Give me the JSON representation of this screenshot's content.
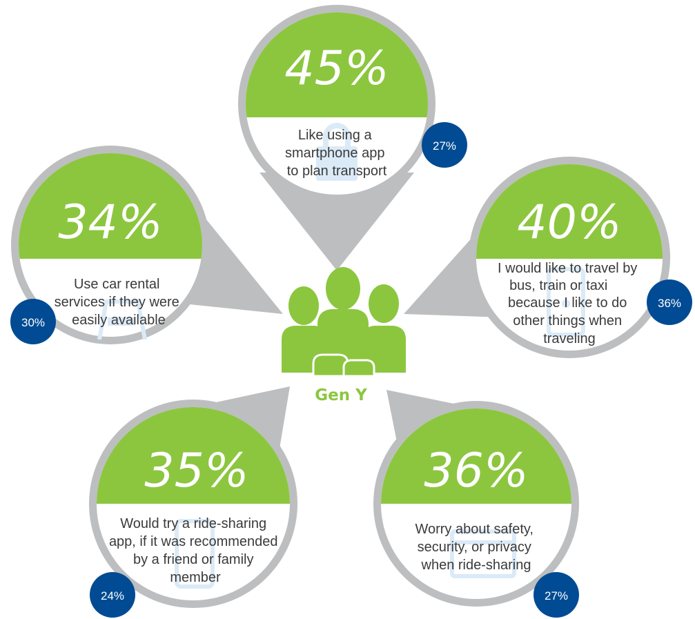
{
  "center": {
    "label": "Gen Y",
    "icon": "people-group-icon",
    "color": "#8cc63f"
  },
  "colors": {
    "green": "#8cc63f",
    "gray": "#bdbec0",
    "navy": "#004b93",
    "icon_light": "#dbeaf7",
    "text": "#3a3a3a"
  },
  "bubbles": [
    {
      "id": "top",
      "big_value": "45%",
      "lines": [
        "Like using a",
        "smartphone app",
        "to plan transport"
      ],
      "small_value": "27%",
      "icon": "lock-icon"
    },
    {
      "id": "left",
      "big_value": "34%",
      "lines": [
        "Use car rental",
        "services if they were",
        "easily available"
      ],
      "small_value": "30%",
      "icon": "car-icon"
    },
    {
      "id": "right",
      "big_value": "40%",
      "lines": [
        "I would like to travel by",
        "bus, train or taxi",
        "because I like to do",
        "other things when",
        "traveling"
      ],
      "small_value": "36%",
      "icon": "phone-icon"
    },
    {
      "id": "bottom-left",
      "big_value": "35%",
      "lines": [
        "Would try a ride-sharing",
        "app, if it was recommended",
        "by a friend or family",
        "member"
      ],
      "small_value": "24%",
      "icon": "tablet-icon"
    },
    {
      "id": "bottom-right",
      "big_value": "36%",
      "lines": [
        "Worry about safety,",
        "security, or privacy",
        "when ride-sharing"
      ],
      "small_value": "27%",
      "icon": "browser-window-icon"
    }
  ]
}
